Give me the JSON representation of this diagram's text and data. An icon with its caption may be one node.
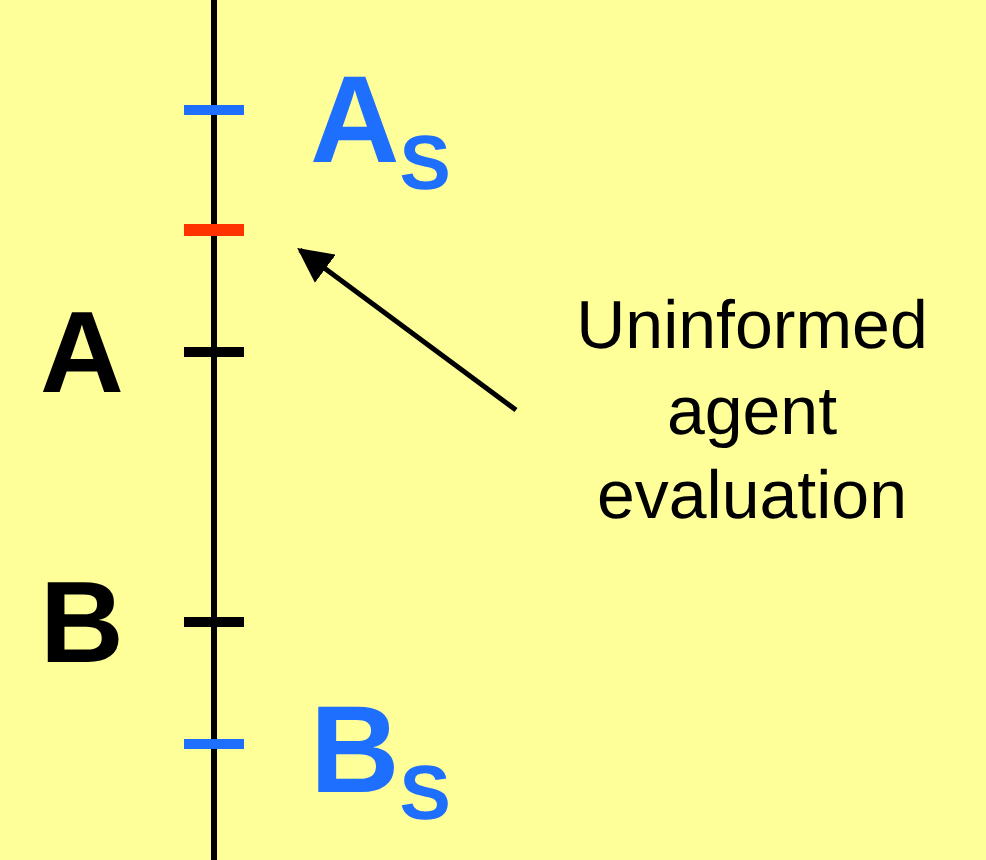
{
  "diagram": {
    "nodes": [
      {
        "text": [
          "Uninformed agent evaluation"
        ]
      },
      {
        "text": [],
        "shape": "bar"
      }
    ],
    "edges": [
      {
        "from": 0,
        "to": 1,
        "arrow": "to"
      }
    ],
    "labels": [
      "A$_{S}$",
      "A",
      "B",
      "B$_{S}$"
    ]
  }
}
